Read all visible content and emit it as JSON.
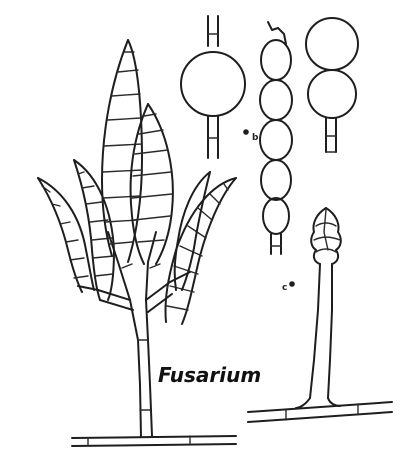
{
  "figure": {
    "label": "Fusarium",
    "markers": {
      "b": "b",
      "c": "c"
    },
    "ink_color": "#1e1e1e",
    "background": "#ffffff"
  }
}
